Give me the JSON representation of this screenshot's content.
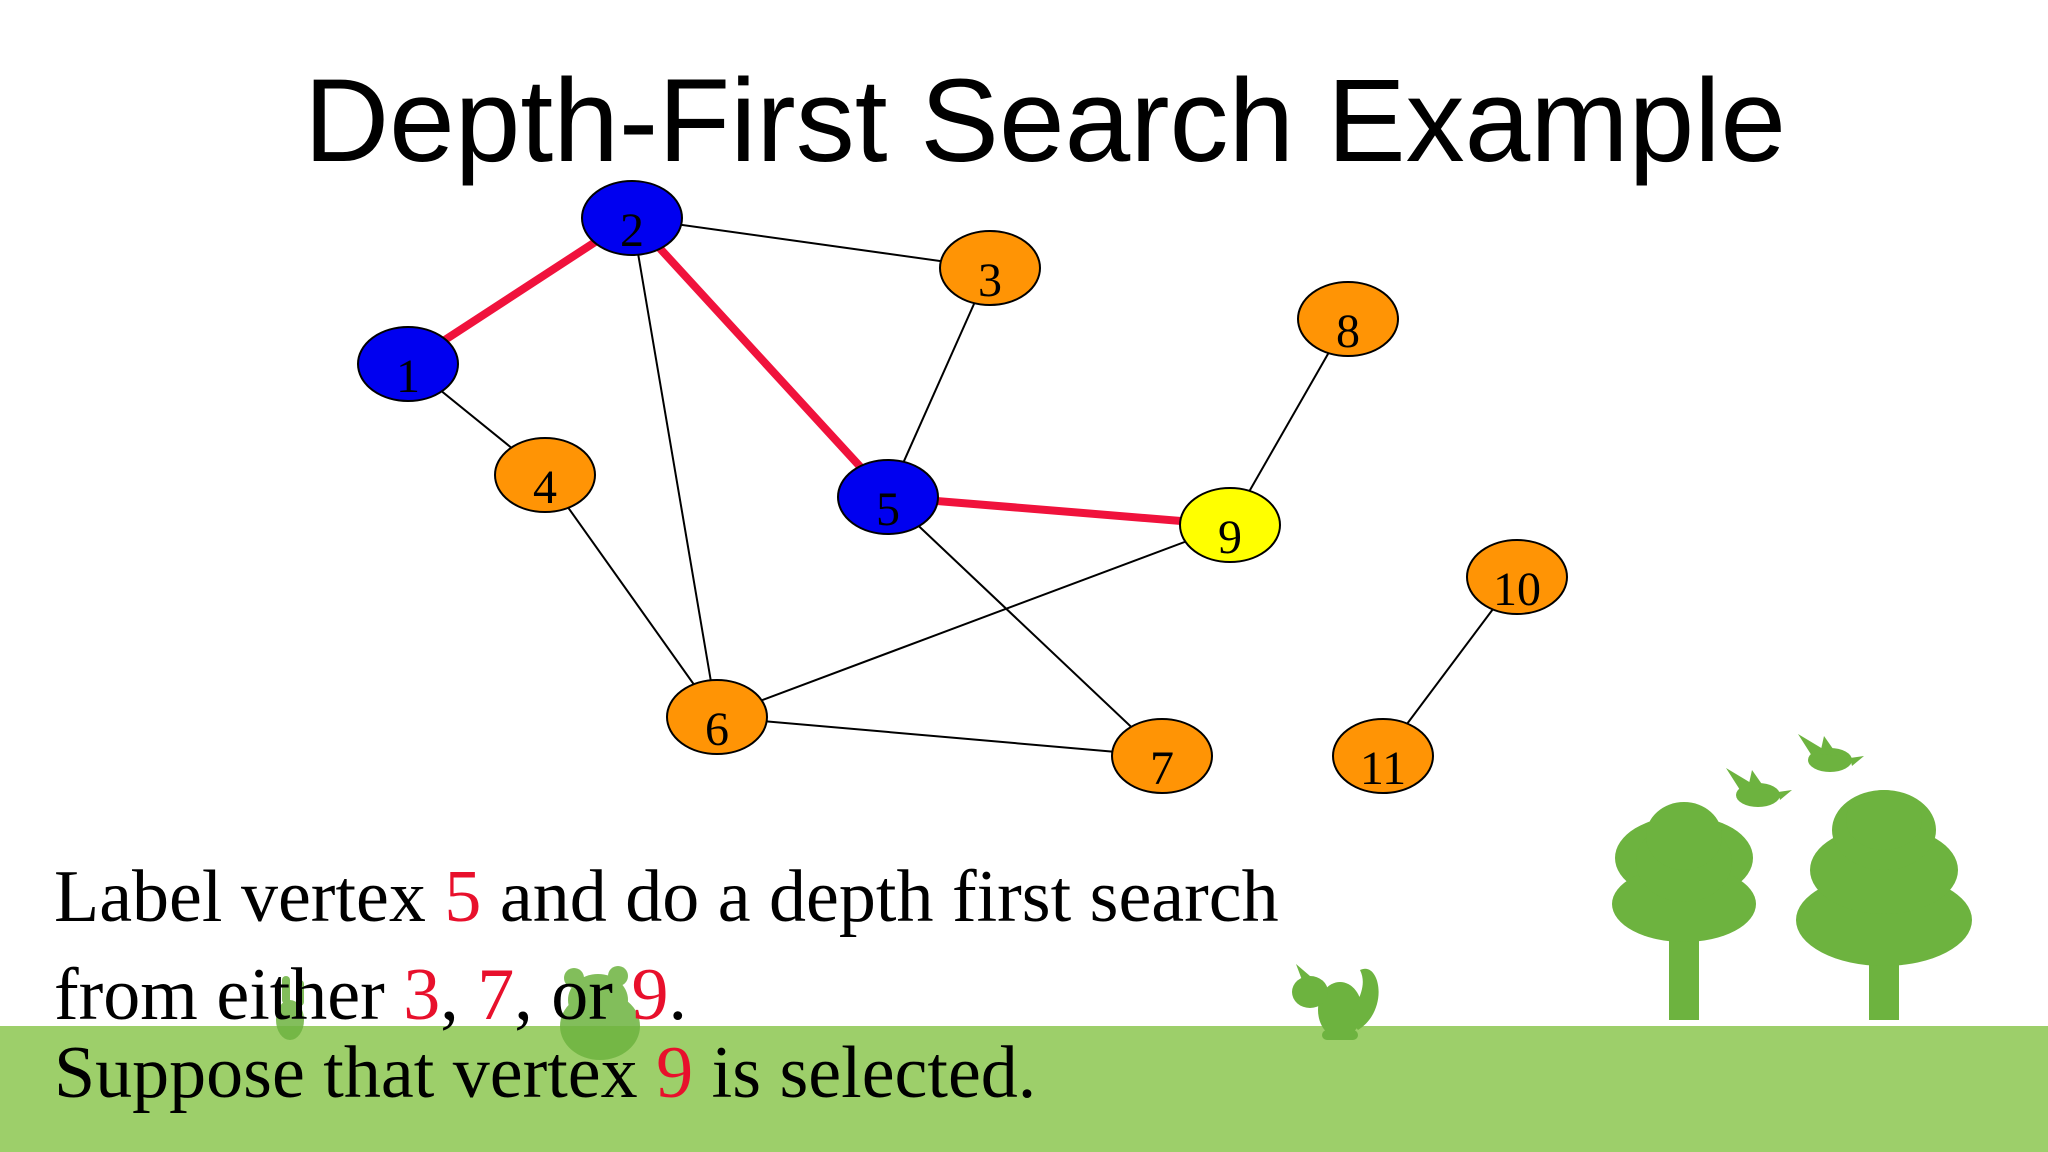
{
  "title": "Depth-First Search Example",
  "colors": {
    "visited": "#0000f0",
    "current": "#ffff00",
    "unvisited": "#ff9405",
    "tree_edge": "#f0123c",
    "edge": "#000000",
    "highlight_text": "#e8102c",
    "ground": "#9dcf6a",
    "decoration": "#6db33f"
  },
  "graph": {
    "nodes": [
      {
        "id": "1",
        "label": "1",
        "state": "visited"
      },
      {
        "id": "2",
        "label": "2",
        "state": "visited"
      },
      {
        "id": "3",
        "label": "3",
        "state": "unvisited"
      },
      {
        "id": "4",
        "label": "4",
        "state": "unvisited"
      },
      {
        "id": "5",
        "label": "5",
        "state": "visited"
      },
      {
        "id": "6",
        "label": "6",
        "state": "unvisited"
      },
      {
        "id": "7",
        "label": "7",
        "state": "unvisited"
      },
      {
        "id": "8",
        "label": "8",
        "state": "unvisited"
      },
      {
        "id": "9",
        "label": "9",
        "state": "current"
      },
      {
        "id": "10",
        "label": "10",
        "state": "unvisited"
      },
      {
        "id": "11",
        "label": "11",
        "state": "unvisited"
      }
    ],
    "edges": [
      {
        "from": "1",
        "to": "2",
        "tree": true
      },
      {
        "from": "2",
        "to": "5",
        "tree": true
      },
      {
        "from": "5",
        "to": "9",
        "tree": true
      },
      {
        "from": "2",
        "to": "3",
        "tree": false
      },
      {
        "from": "2",
        "to": "6",
        "tree": false
      },
      {
        "from": "1",
        "to": "4",
        "tree": false
      },
      {
        "from": "3",
        "to": "5",
        "tree": false
      },
      {
        "from": "4",
        "to": "6",
        "tree": false
      },
      {
        "from": "5",
        "to": "7",
        "tree": false
      },
      {
        "from": "6",
        "to": "9",
        "tree": false
      },
      {
        "from": "6",
        "to": "7",
        "tree": false
      },
      {
        "from": "8",
        "to": "9",
        "tree": false
      },
      {
        "from": "10",
        "to": "11",
        "tree": false
      }
    ]
  },
  "text": {
    "line1": {
      "a": "Label vertex ",
      "b": "5",
      "c": " and do a depth first search"
    },
    "line2": {
      "a": "from either ",
      "b": "3",
      "c": ", ",
      "d": "7",
      "e": ", or ",
      "f": "9",
      "g": "."
    },
    "line3": {
      "a": "Suppose that vertex ",
      "b": "9",
      "c": " is selected."
    }
  }
}
